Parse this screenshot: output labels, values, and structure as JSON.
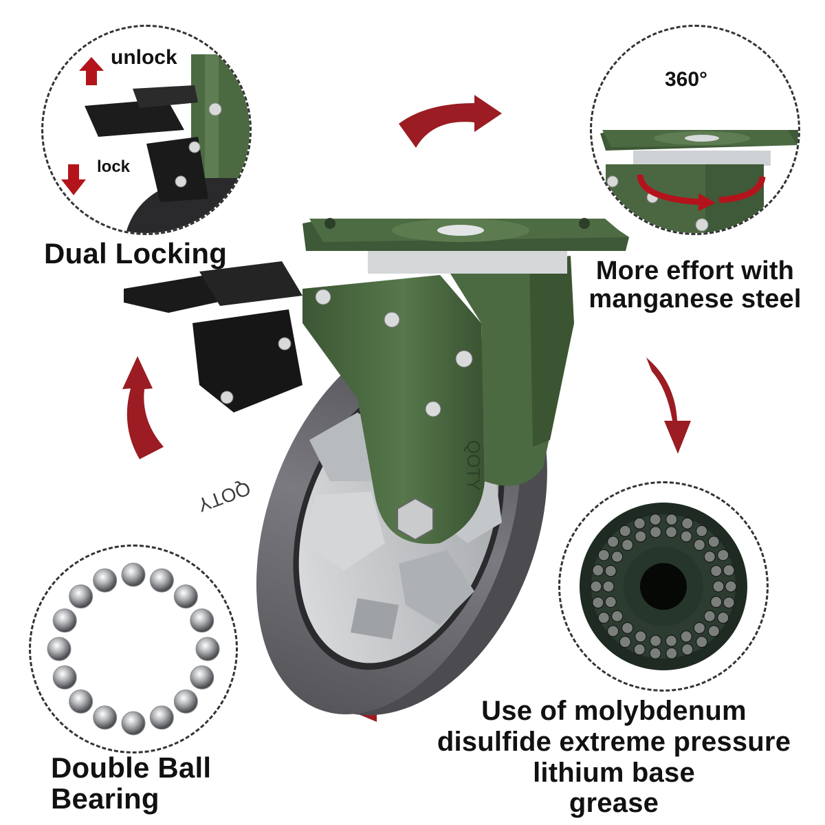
{
  "callouts": {
    "dual_locking": {
      "title": "Dual Locking",
      "unlock_label": "unlock",
      "lock_label": "lock"
    },
    "swivel": {
      "degree_label": "360°",
      "line1": "More effort with",
      "line2": "manganese steel"
    },
    "grease": {
      "line1": "Use of molybdenum",
      "line2": "disulfide extreme pressure",
      "line3": "lithium base",
      "line4": "grease"
    },
    "bearing": {
      "line1": "Double Ball",
      "line2": "Bearing"
    }
  },
  "product": {
    "brand_mark": "QOTY"
  },
  "colors": {
    "frame_green": "#4c6a42",
    "frame_green_dark": "#33482c",
    "tire_gray": "#6c6c70",
    "hub_silver": "#c8cacc",
    "arrow_red": "#9b1c22",
    "brake_black": "#1c1c1c"
  },
  "icons": [
    "up-arrow-icon",
    "down-arrow-icon",
    "curved-arrow-icon"
  ]
}
